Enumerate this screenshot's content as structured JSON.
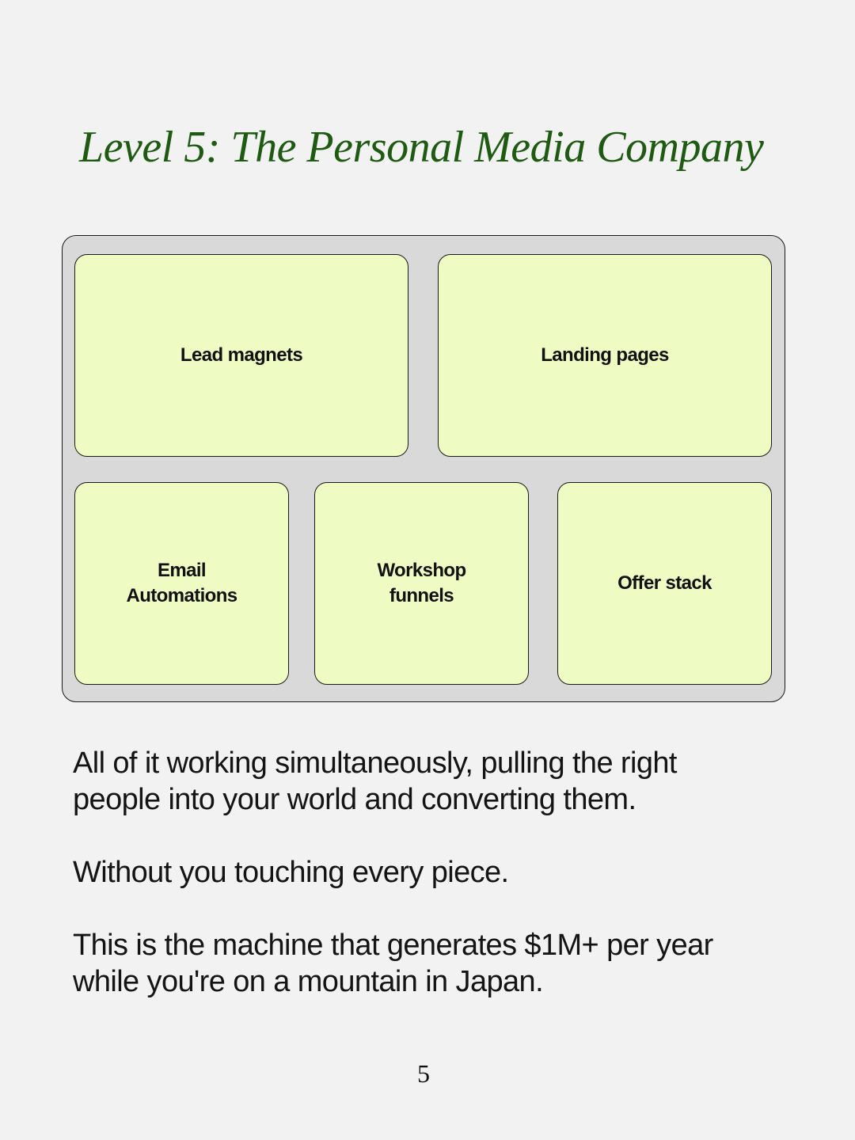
{
  "title": "Level 5: The Personal Media Company",
  "diagram": {
    "cards": {
      "lead_magnets": "Lead magnets",
      "landing_pages": "Landing pages",
      "email_automations": "Email\nAutomations",
      "workshop_funnels": "Workshop\nfunnels",
      "offer_stack": "Offer stack"
    }
  },
  "body": {
    "paragraph_1": "All of it working simultaneously, pulling the right\npeople into your world and converting them.",
    "paragraph_2": "Without you touching every piece.",
    "paragraph_3": "This is the machine that generates $1M+ per year\nwhile you're on a mountain in Japan."
  },
  "page_number": "5",
  "colors": {
    "background": "#f2f2f2",
    "title": "#1f5a12",
    "frame": "#d9d9d9",
    "card": "#eefcc4",
    "text": "#111111"
  }
}
